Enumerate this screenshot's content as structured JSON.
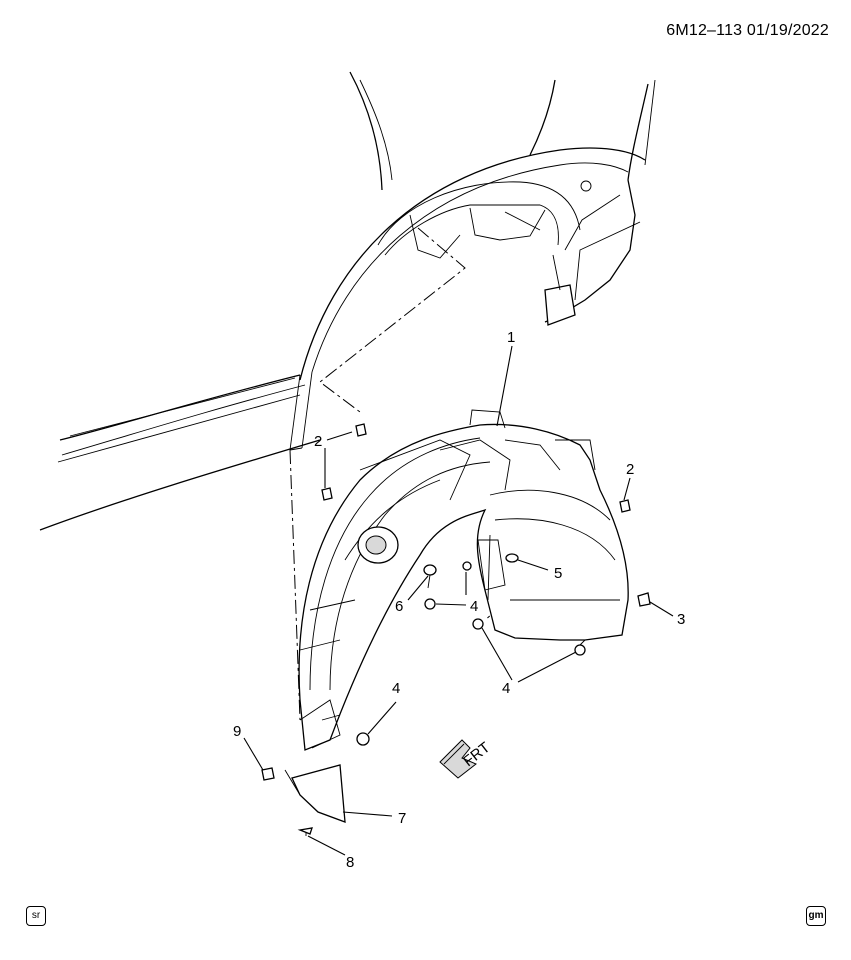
{
  "header": {
    "code": "6M12–113  01/19/2022"
  },
  "callouts": [
    {
      "id": "c1",
      "text": "1"
    },
    {
      "id": "c2a",
      "text": "2"
    },
    {
      "id": "c2b",
      "text": "2"
    },
    {
      "id": "c3",
      "text": "3"
    },
    {
      "id": "c4a",
      "text": "4"
    },
    {
      "id": "c4b",
      "text": "4"
    },
    {
      "id": "c4c",
      "text": "4"
    },
    {
      "id": "c5",
      "text": "5"
    },
    {
      "id": "c6",
      "text": "6"
    },
    {
      "id": "c7",
      "text": "7"
    },
    {
      "id": "c8",
      "text": "8"
    },
    {
      "id": "c9",
      "text": "9"
    }
  ],
  "direction_marker": {
    "text": "FRT"
  },
  "badges": {
    "left": "sr",
    "right": "gm"
  }
}
